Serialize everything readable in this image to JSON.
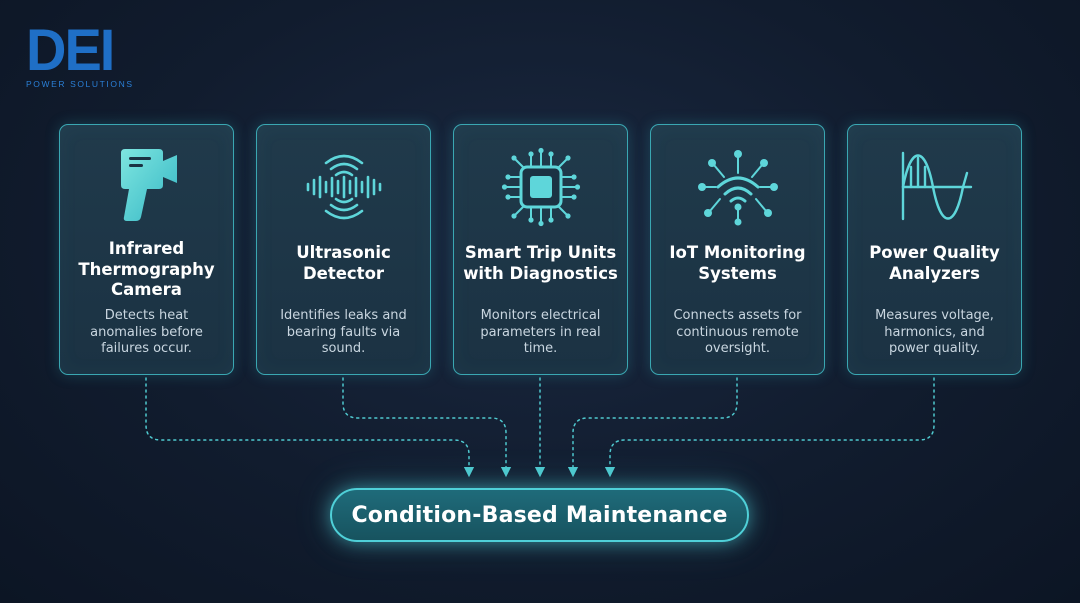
{
  "brand": {
    "logo_text": "DEI",
    "logo_subtitle": "POWER SOLUTIONS",
    "logo_color": "#1f6fc6"
  },
  "colors": {
    "card_border": "#3aa7b2",
    "connector": "#4fc9cf",
    "icon": "#5ed6da"
  },
  "cards": [
    {
      "title_lines": [
        "Infrared",
        "Thermography",
        "Camera"
      ],
      "description_lines": [
        "Detects heat",
        "anomalies before",
        "failures occur."
      ],
      "icon": "thermal-camera-icon"
    },
    {
      "title_lines": [
        "Ultrasonic",
        "Detector"
      ],
      "description_lines": [
        "Identifies leaks and",
        "bearing faults via",
        "sound."
      ],
      "icon": "sound-wave-icon"
    },
    {
      "title_lines": [
        "Smart Trip Units",
        "with Diagnostics"
      ],
      "description_lines": [
        "Monitors electrical",
        "parameters in real",
        "time."
      ],
      "icon": "microchip-icon"
    },
    {
      "title_lines": [
        "IoT Monitoring",
        "Systems"
      ],
      "description_lines": [
        "Connects assets for",
        "continuous remote",
        "oversight."
      ],
      "icon": "wireless-network-icon"
    },
    {
      "title_lines": [
        "Power Quality",
        "Analyzers"
      ],
      "description_lines": [
        "Measures voltage,",
        "harmonics, and",
        "power quality."
      ],
      "icon": "sine-wave-icon"
    }
  ],
  "hub": {
    "label": "Condition-Based Maintenance"
  }
}
